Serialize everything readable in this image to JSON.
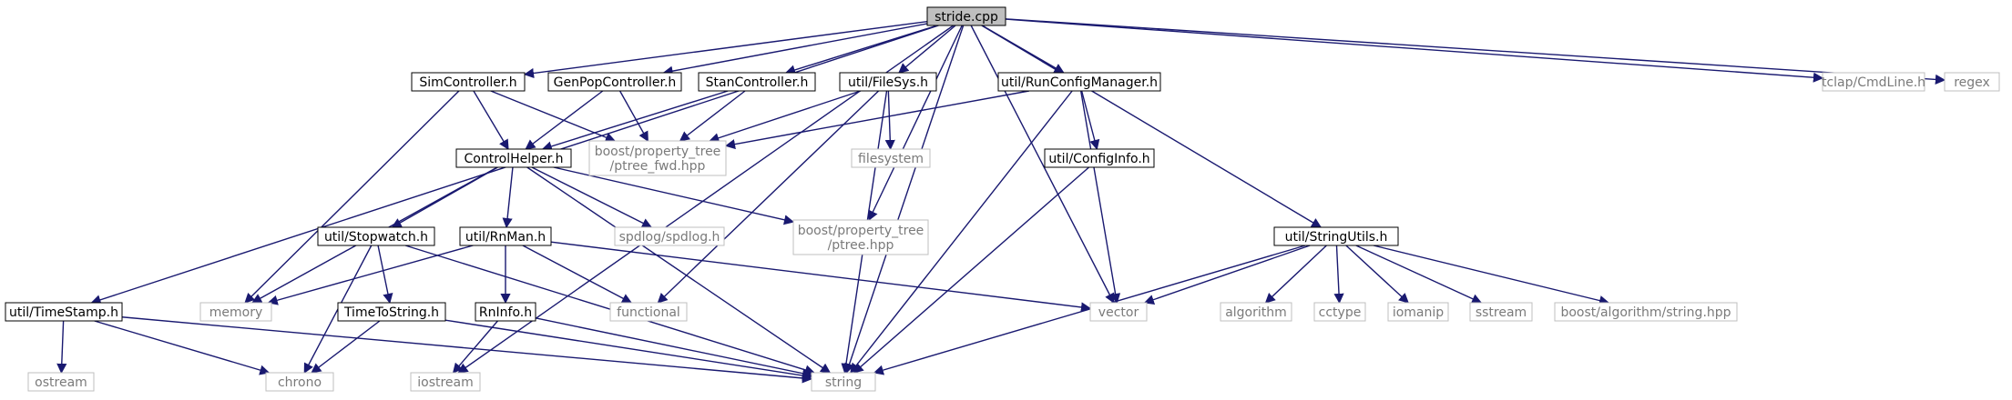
{
  "diagram": {
    "type": "include-dependency-graph",
    "edge_color": "#191970",
    "root_fill": "#bfbfbf",
    "external_border": "#bfbfbf",
    "nodes": [
      {
        "id": "stride",
        "label": "stride.cpp",
        "kind": "root"
      },
      {
        "id": "SimController",
        "label": "SimController.h",
        "kind": "local"
      },
      {
        "id": "GenPop",
        "label": "GenPopController.h",
        "kind": "local"
      },
      {
        "id": "Stan",
        "label": "StanController.h",
        "kind": "local"
      },
      {
        "id": "FileSys",
        "label": "util/FileSys.h",
        "kind": "local"
      },
      {
        "id": "RunCfg",
        "label": "util/RunConfigManager.h",
        "kind": "local"
      },
      {
        "id": "tclap",
        "label": "tclap/CmdLine.h",
        "kind": "external"
      },
      {
        "id": "regex",
        "label": "regex",
        "kind": "external"
      },
      {
        "id": "ControlHelper",
        "label": "ControlHelper.h",
        "kind": "local"
      },
      {
        "id": "ptreefwd",
        "label": [
          "boost/property_tree",
          "/ptree_fwd.hpp"
        ],
        "kind": "external"
      },
      {
        "id": "filesystem",
        "label": "filesystem",
        "kind": "external"
      },
      {
        "id": "ConfigInfo",
        "label": "util/ConfigInfo.h",
        "kind": "local"
      },
      {
        "id": "Stopwatch",
        "label": "util/Stopwatch.h",
        "kind": "local"
      },
      {
        "id": "RnMan",
        "label": "util/RnMan.h",
        "kind": "local"
      },
      {
        "id": "spdlog",
        "label": "spdlog/spdlog.h",
        "kind": "external"
      },
      {
        "id": "ptree",
        "label": [
          "boost/property_tree",
          "/ptree.hpp"
        ],
        "kind": "external"
      },
      {
        "id": "StringUtils",
        "label": "util/StringUtils.h",
        "kind": "local"
      },
      {
        "id": "TimeStamp",
        "label": "util/TimeStamp.h",
        "kind": "local"
      },
      {
        "id": "memory",
        "label": "memory",
        "kind": "external"
      },
      {
        "id": "TimeToString",
        "label": "TimeToString.h",
        "kind": "local"
      },
      {
        "id": "functional",
        "label": "functional",
        "kind": "external"
      },
      {
        "id": "RnInfo",
        "label": "RnInfo.h",
        "kind": "local"
      },
      {
        "id": "vector",
        "label": "vector",
        "kind": "external"
      },
      {
        "id": "algorithm",
        "label": "algorithm",
        "kind": "external"
      },
      {
        "id": "cctype",
        "label": "cctype",
        "kind": "external"
      },
      {
        "id": "iomanip",
        "label": "iomanip",
        "kind": "external"
      },
      {
        "id": "sstream",
        "label": "sstream",
        "kind": "external"
      },
      {
        "id": "boostalgo",
        "label": "boost/algorithm/string.hpp",
        "kind": "external"
      },
      {
        "id": "ostream",
        "label": "ostream",
        "kind": "external"
      },
      {
        "id": "chrono",
        "label": "chrono",
        "kind": "external"
      },
      {
        "id": "iostream",
        "label": "iostream",
        "kind": "external"
      },
      {
        "id": "string",
        "label": "string",
        "kind": "external"
      }
    ],
    "edges": [
      [
        "stride",
        "SimController"
      ],
      [
        "stride",
        "GenPop"
      ],
      [
        "stride",
        "Stan"
      ],
      [
        "stride",
        "FileSys"
      ],
      [
        "stride",
        "RunCfg"
      ],
      [
        "stride",
        "tclap"
      ],
      [
        "stride",
        "regex"
      ],
      [
        "stride",
        "TimeStamp"
      ],
      [
        "stride",
        "iostream"
      ],
      [
        "stride",
        "ptree"
      ],
      [
        "stride",
        "vector"
      ],
      [
        "stride",
        "StringUtils"
      ],
      [
        "stride",
        "string"
      ],
      [
        "SimController",
        "ControlHelper"
      ],
      [
        "SimController",
        "ptreefwd"
      ],
      [
        "SimController",
        "memory"
      ],
      [
        "GenPop",
        "ControlHelper"
      ],
      [
        "GenPop",
        "ptreefwd"
      ],
      [
        "Stan",
        "ControlHelper"
      ],
      [
        "Stan",
        "ptreefwd"
      ],
      [
        "FileSys",
        "ptreefwd"
      ],
      [
        "FileSys",
        "filesystem"
      ],
      [
        "FileSys",
        "functional"
      ],
      [
        "FileSys",
        "string"
      ],
      [
        "RunCfg",
        "ptreefwd"
      ],
      [
        "RunCfg",
        "ConfigInfo"
      ],
      [
        "RunCfg",
        "vector"
      ],
      [
        "RunCfg",
        "string"
      ],
      [
        "ConfigInfo",
        "string"
      ],
      [
        "ControlHelper",
        "Stopwatch"
      ],
      [
        "ControlHelper",
        "RnMan"
      ],
      [
        "ControlHelper",
        "spdlog"
      ],
      [
        "ControlHelper",
        "ptree"
      ],
      [
        "ControlHelper",
        "memory"
      ],
      [
        "ControlHelper",
        "string"
      ],
      [
        "Stopwatch",
        "TimeToString"
      ],
      [
        "Stopwatch",
        "chrono"
      ],
      [
        "Stopwatch",
        "string"
      ],
      [
        "RnMan",
        "memory"
      ],
      [
        "RnMan",
        "RnInfo"
      ],
      [
        "RnMan",
        "functional"
      ],
      [
        "RnMan",
        "vector"
      ],
      [
        "TimeToString",
        "chrono"
      ],
      [
        "TimeToString",
        "string"
      ],
      [
        "RnInfo",
        "iostream"
      ],
      [
        "RnInfo",
        "string"
      ],
      [
        "TimeStamp",
        "ostream"
      ],
      [
        "TimeStamp",
        "chrono"
      ],
      [
        "TimeStamp",
        "string"
      ],
      [
        "StringUtils",
        "vector"
      ],
      [
        "StringUtils",
        "algorithm"
      ],
      [
        "StringUtils",
        "cctype"
      ],
      [
        "StringUtils",
        "iomanip"
      ],
      [
        "StringUtils",
        "sstream"
      ],
      [
        "StringUtils",
        "boostalgo"
      ],
      [
        "StringUtils",
        "string"
      ]
    ]
  }
}
